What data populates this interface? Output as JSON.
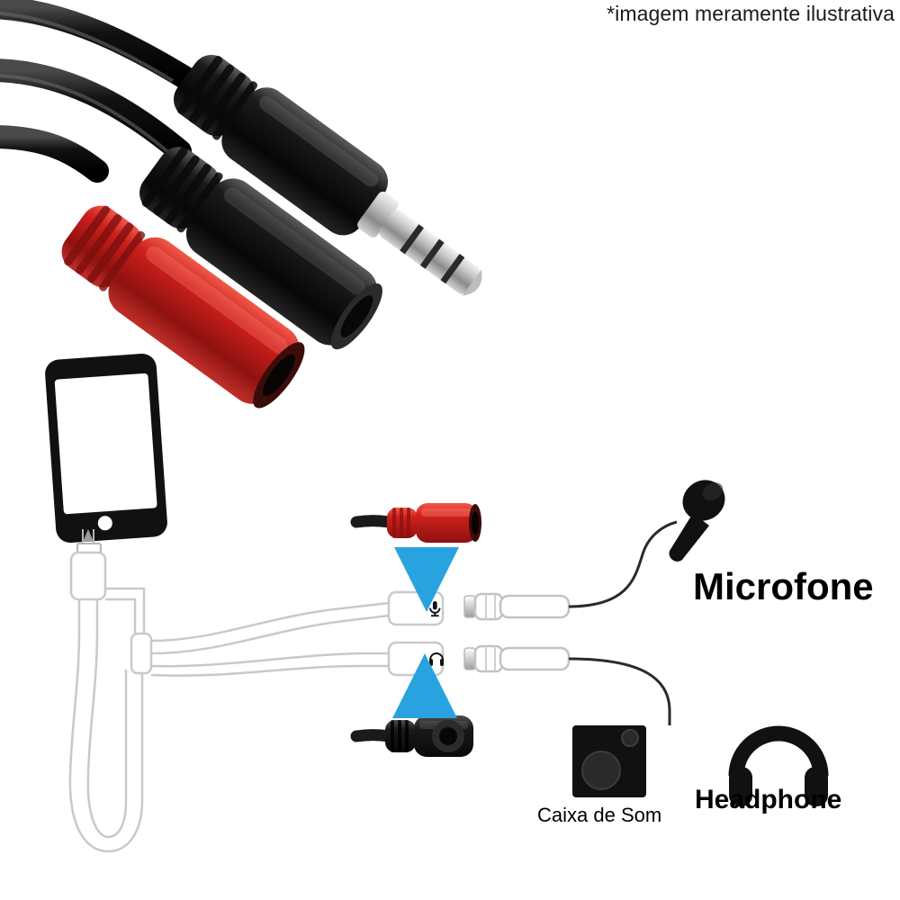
{
  "page": {
    "disclaimer": "*imagem meramente ilustrativa",
    "background_color": "#ffffff"
  },
  "photo": {
    "name": "splitter-cable-photo",
    "description": "3.5mm TRRS splitter cable photo: one black male plug and two female jacks (one black, one red)",
    "colors": {
      "cable_black": "#1a1a1a",
      "jack_red": "#cc1e1e",
      "metal": "#b8b8b8"
    }
  },
  "diagram": {
    "name": "connection-diagram",
    "arrow_color": "#29a3e0",
    "outline_color": "#c9c9c9",
    "device_color": "#111111",
    "nodes": {
      "phone": "smartphone",
      "splitter": "splitter-cable",
      "red_jack": "red-female-jack",
      "black_jack": "black-female-jack",
      "mic_plug": "microphone-male-plug",
      "speaker_plug": "speaker-male-plug"
    }
  },
  "labels": {
    "microfone": "Microfone",
    "headphone": "Headphone",
    "caixa_de_som": "Caixa de Som"
  },
  "icons": {
    "mic_port": "microphone-icon",
    "headphone_port": "headphone-icon",
    "microphone": "microphone-icon",
    "speaker_box": "speaker-box-icon",
    "headphones": "headphones-icon"
  }
}
